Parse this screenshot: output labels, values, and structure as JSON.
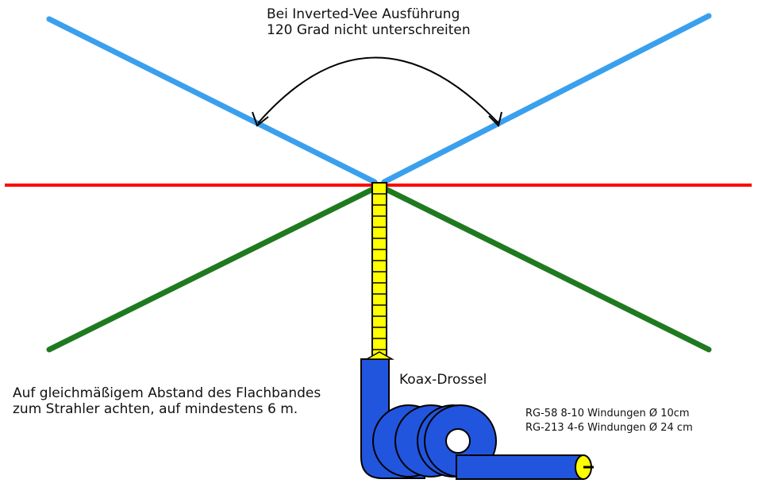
{
  "colors": {
    "upper_dipole": "#3aa0ee",
    "lower_dipole": "#1f7a1f",
    "radiator": "#ff0000",
    "ladder_line": "#ffff00",
    "coax": "#2255dd",
    "outline": "#000000",
    "background": "#ffffff"
  },
  "icons": {
    "angle_arc": "double-arrow-arc",
    "choke": "coax-coil"
  },
  "angle_note": {
    "line1": "Bei Inverted-Vee Ausführung",
    "line2": "120 Grad nicht unterschreiten"
  },
  "spacing_note": {
    "line1": "Auf gleichmäßigem Abstand des Flachbandes",
    "line2": "zum Strahler achten, auf mindestens 6 m."
  },
  "choke_label": "Koax-Drossel",
  "cable_specs": {
    "rg58": "RG-58  8-10 Windungen Ø 10cm",
    "rg213": "RG-213 4-6 Windungen Ø 24 cm"
  }
}
